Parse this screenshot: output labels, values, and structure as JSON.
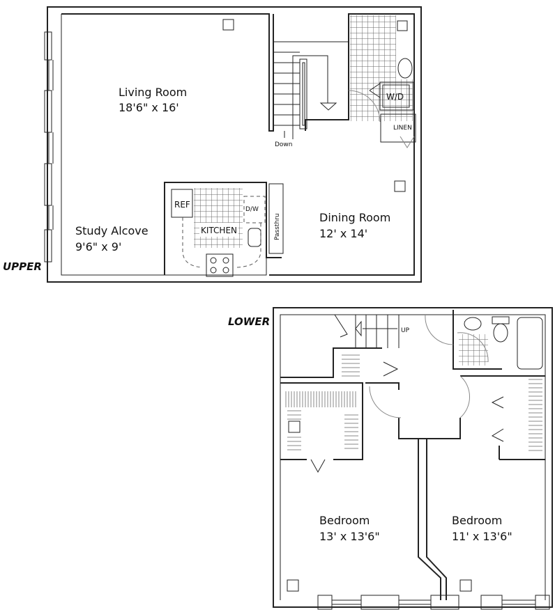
{
  "levels": {
    "upper": "UPPER",
    "lower": "LOWER"
  },
  "upper": {
    "living_room": {
      "name": "Living Room",
      "size": "18'6\" x 16'"
    },
    "study_alcove": {
      "name": "Study Alcove",
      "size": "9'6\" x 9'"
    },
    "dining_room": {
      "name": "Dining Room",
      "size": "12' x 14'"
    },
    "kitchen": {
      "name": "KITCHEN",
      "ref": "REF",
      "dw": "D/W",
      "passthru": "Passthru"
    },
    "stairs_label": "Down",
    "wd": "W/D",
    "linen": "LINEN"
  },
  "lower": {
    "stairs_label": "UP",
    "bedroom1": {
      "name": "Bedroom",
      "size": "13' x 13'6\""
    },
    "bedroom2": {
      "name": "Bedroom",
      "size": "11' x 13'6\""
    }
  }
}
